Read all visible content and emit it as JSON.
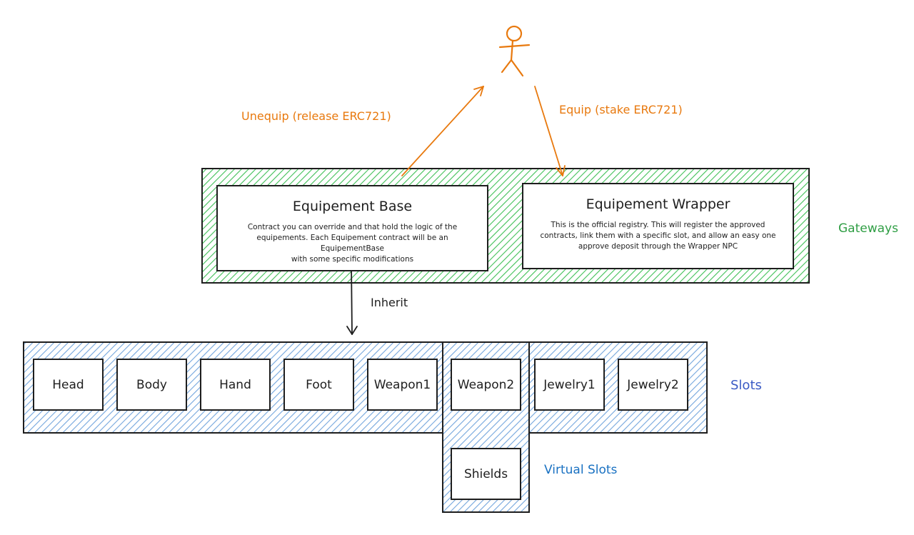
{
  "actor": {
    "icon": "stick-figure-user-icon"
  },
  "flows": {
    "unequip_label": "Unequip (release ERC721)",
    "equip_label": "Equip (stake ERC721)"
  },
  "gateways": {
    "label": "Gateways",
    "equipement_base": {
      "title": "Equipement Base",
      "description": [
        "Contract you can override and that hold the logic of the",
        "equipements. Each Equipement contract will be an EquipementBase",
        "with some specific modifications"
      ]
    },
    "equipement_wrapper": {
      "title": "Equipement Wrapper",
      "description": [
        "This is the official registry. This will register the approved",
        "contracts, link them with a specific slot, and allow an easy one",
        "approve deposit through the Wrapper NPC"
      ]
    }
  },
  "inherit_label": "Inherit",
  "slots": {
    "label": "Slots",
    "items": [
      "Head",
      "Body",
      "Hand",
      "Foot",
      "Weapon1",
      "Weapon2",
      "Jewelry1",
      "Jewelry2"
    ]
  },
  "virtual_slots": {
    "label": "Virtual Slots",
    "items": [
      "Shields"
    ]
  },
  "colors": {
    "orange": "#e8790e",
    "green": "#2f9e44",
    "green_fill": "#b2f2bb",
    "blue": "#3b5bc5",
    "blue_fill": "#a5d8ff",
    "virtual_blue": "#1971c2",
    "stroke": "#1e1e1e"
  }
}
